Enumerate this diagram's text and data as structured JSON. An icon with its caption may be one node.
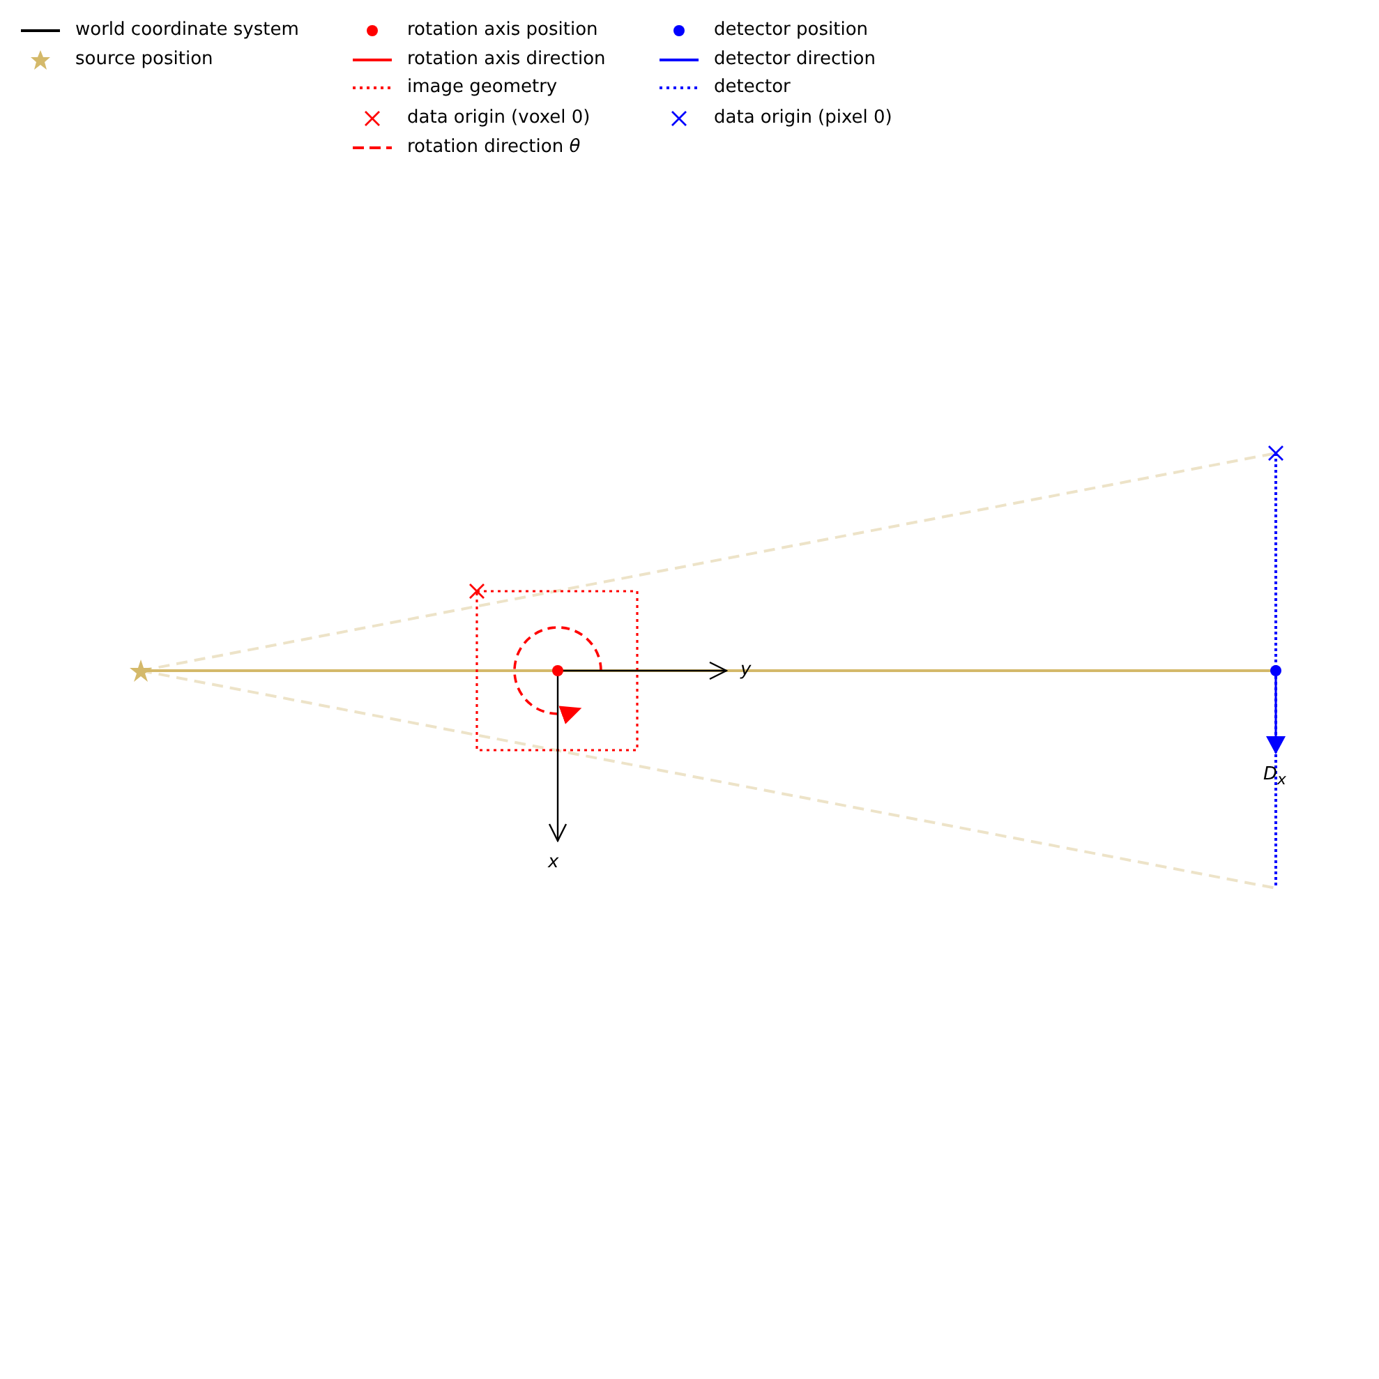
{
  "diagram": {
    "labels": [
      "y",
      "x",
      "*D*$_{x}$"
    ],
    "legend": [
      {
        "text": "world coordinate system"
      },
      {
        "text": "source position"
      },
      {
        "text": "rotation axis position"
      },
      {
        "text": "rotation axis direction"
      },
      {
        "text": "image geometry"
      },
      {
        "text": "data origin (voxel 0)"
      },
      {
        "text": "rotation direction *θ*"
      },
      {
        "text": "detector position"
      },
      {
        "text": "detector direction"
      },
      {
        "text": "detector"
      },
      {
        "text": "data origin (pixel 0)"
      }
    ]
  }
}
